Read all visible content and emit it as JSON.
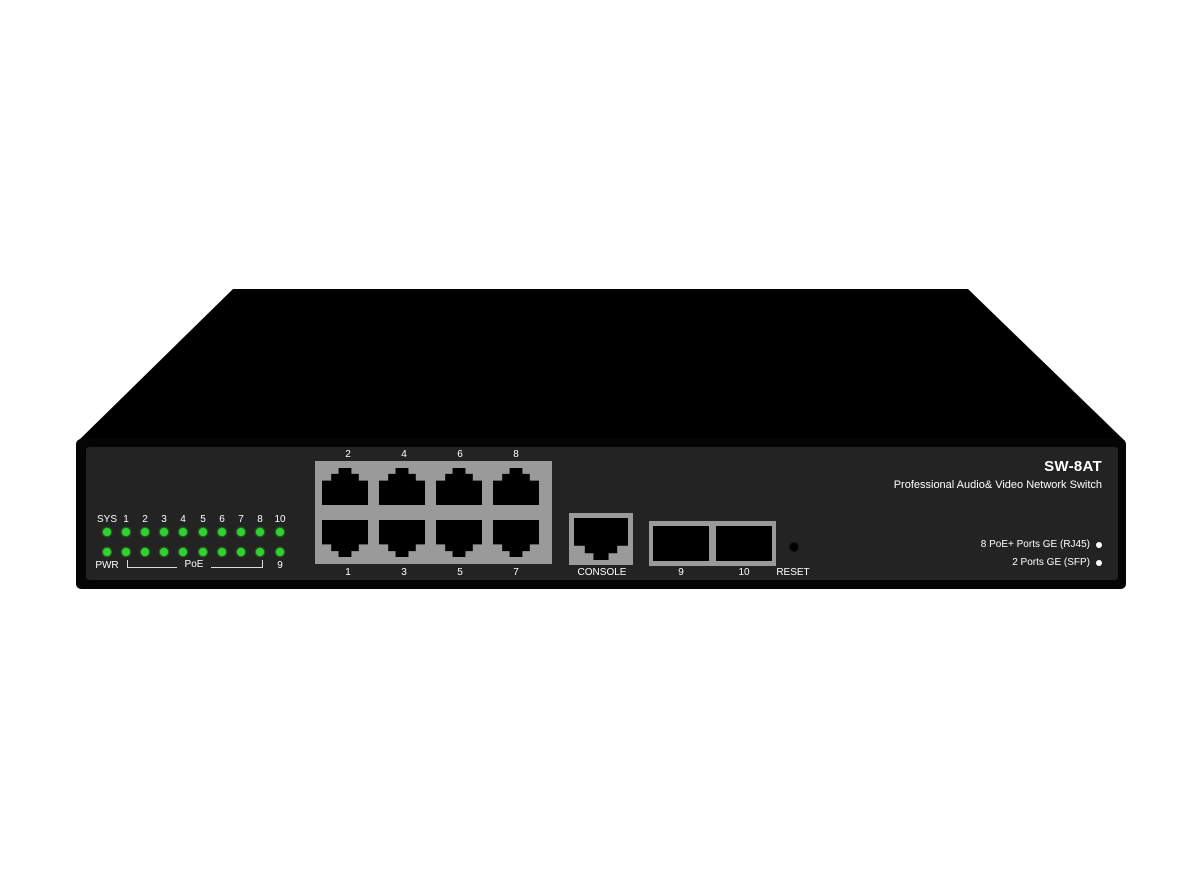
{
  "device": {
    "model": "SW-8AT",
    "tagline": "Professional Audio& Video Network Switch",
    "specs": [
      "8 PoE+ Ports GE (RJ45)",
      "2 Ports  GE (SFP)"
    ],
    "led_color": "#2ed32e",
    "panel_color": "#232323",
    "port_frame_color": "#9a9a9a"
  },
  "leds": {
    "top_labels": [
      "SYS",
      "1",
      "2",
      "3",
      "4",
      "5",
      "6",
      "7",
      "8",
      "10"
    ],
    "bottom_left_label": "PWR",
    "bottom_right_label": "9",
    "group_label": "PoE"
  },
  "ports": {
    "rj45_top_numbers": [
      "2",
      "4",
      "6",
      "8"
    ],
    "rj45_bottom_numbers": [
      "1",
      "3",
      "5",
      "7"
    ],
    "console_label": "CONSOLE",
    "sfp_numbers": [
      "9",
      "10"
    ],
    "reset_label": "RESET"
  }
}
